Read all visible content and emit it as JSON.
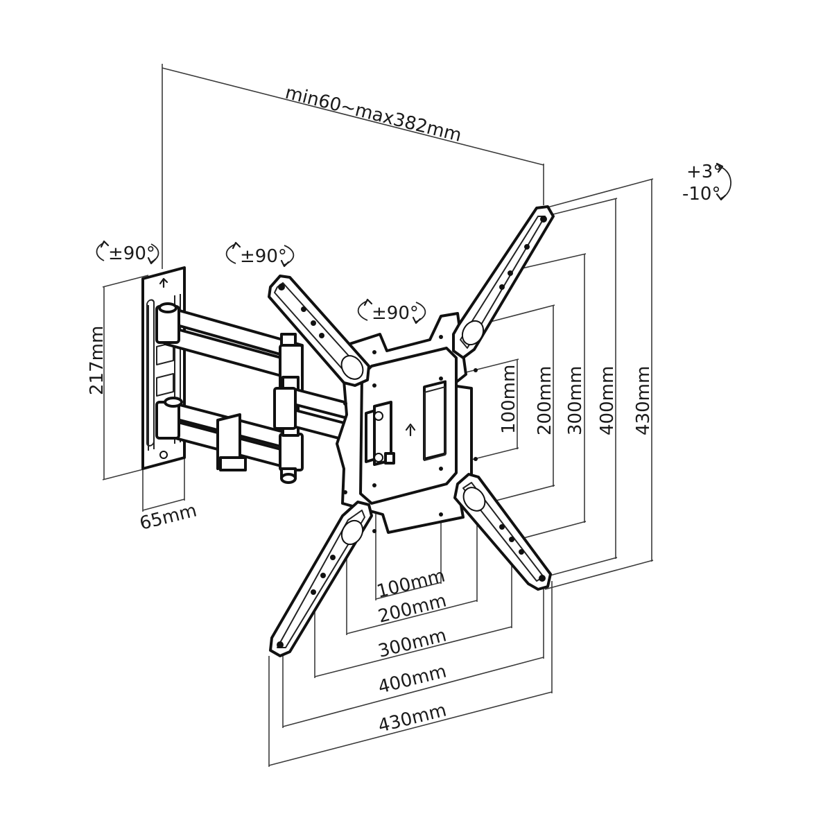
{
  "labels": {
    "extension": "min60~max382mm",
    "tilt_up": "+3°",
    "tilt_down": "-10°",
    "wall_swivel": "±90°",
    "arm_swivel": "±90°",
    "plate_rotation": "±90°",
    "wall_plate_height": "217mm",
    "wall_plate_depth": "65mm",
    "vesa_h_100": "100mm",
    "vesa_h_200": "200mm",
    "vesa_h_300": "300mm",
    "vesa_h_400": "400mm",
    "vesa_h_430": "430mm",
    "vesa_v_100": "100mm",
    "vesa_v_200": "200mm",
    "vesa_v_300": "300mm",
    "vesa_v_400": "400mm",
    "vesa_v_430": "430mm"
  }
}
